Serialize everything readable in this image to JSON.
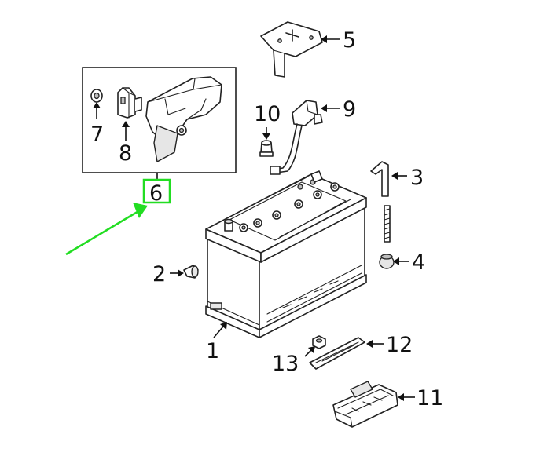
{
  "callouts": {
    "c1": "1",
    "c2": "2",
    "c3": "3",
    "c4": "4",
    "c5": "5",
    "c6": "6",
    "c7": "7",
    "c8": "8",
    "c9": "9",
    "c10": "10",
    "c11": "11",
    "c12": "12",
    "c13": "13"
  },
  "colors": {
    "highlight": "#22dd22",
    "lines": "#222222"
  }
}
